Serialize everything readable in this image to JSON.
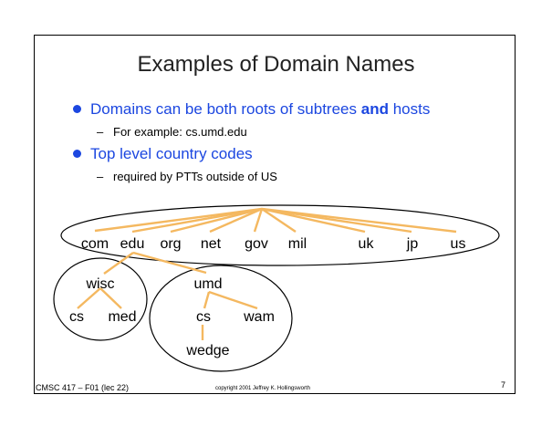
{
  "slide": {
    "title": "Examples of Domain Names",
    "bullets": [
      {
        "parts": [
          "Domains can be both roots of subtrees ",
          "and",
          " hosts"
        ],
        "sub": "For example: cs.umd.edu"
      },
      {
        "text": "Top level country codes",
        "sub": "required by PTTs outside of US"
      }
    ],
    "dash": "–"
  },
  "tree": {
    "line_color": "#f4b860",
    "top_level": [
      "com",
      "edu",
      "org",
      "net",
      "gov",
      "mil",
      "uk",
      "jp",
      "us"
    ],
    "wisc": {
      "label": "wisc",
      "children": [
        "cs",
        "med"
      ]
    },
    "umd": {
      "label": "umd",
      "children": [
        "cs",
        "wam"
      ]
    },
    "wedge": "wedge"
  },
  "footer": {
    "course": "CMSC 417 – F01  (lec 22)",
    "copyright": "copyright 2001 Jeffrey K. Hollingsworth",
    "page": "7"
  }
}
